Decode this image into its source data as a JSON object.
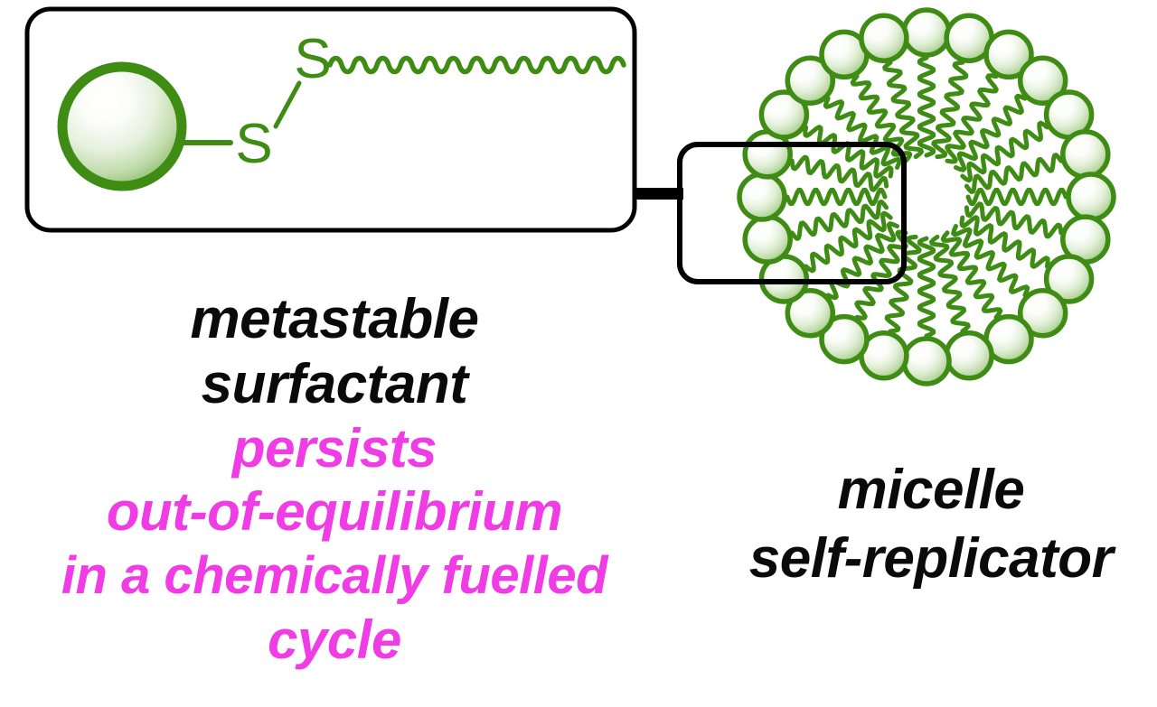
{
  "figure": {
    "kind": "graphical-abstract",
    "background_color": "#ffffff",
    "accent_green": "#3f8c15",
    "accent_green_dark": "#2f6b0d",
    "accent_magenta": "#ef3ce4",
    "text_black": "#0a0a0a"
  },
  "left_panel": {
    "name": "metastable-surfactant-panel",
    "border_color": "#000000",
    "molecule": {
      "head_group_label": "head-sphere",
      "atoms": [
        "S",
        "S"
      ],
      "tail_label": "alkyl-chain-squiggle",
      "disulfide_label_1": "S",
      "disulfide_label_2": "S"
    }
  },
  "connector": {
    "name": "panel-connector-bar",
    "color": "#000000"
  },
  "zoom_box": {
    "name": "micelle-zoom-region",
    "border_color": "#000000"
  },
  "micelle": {
    "name": "micelle-assembly",
    "surfactant_count": 24,
    "sphere_fill_outer": "#3f8c15",
    "sphere_fill_inner": "#ffffff"
  },
  "left_caption": {
    "line1": "metastable",
    "line2": "surfactant",
    "line3": "persists",
    "line4": "out-of-equilibrium",
    "line5": "in a chemically fuelled",
    "line6": "cycle"
  },
  "right_caption": {
    "line1": "micelle",
    "line2": "self-replicator"
  }
}
